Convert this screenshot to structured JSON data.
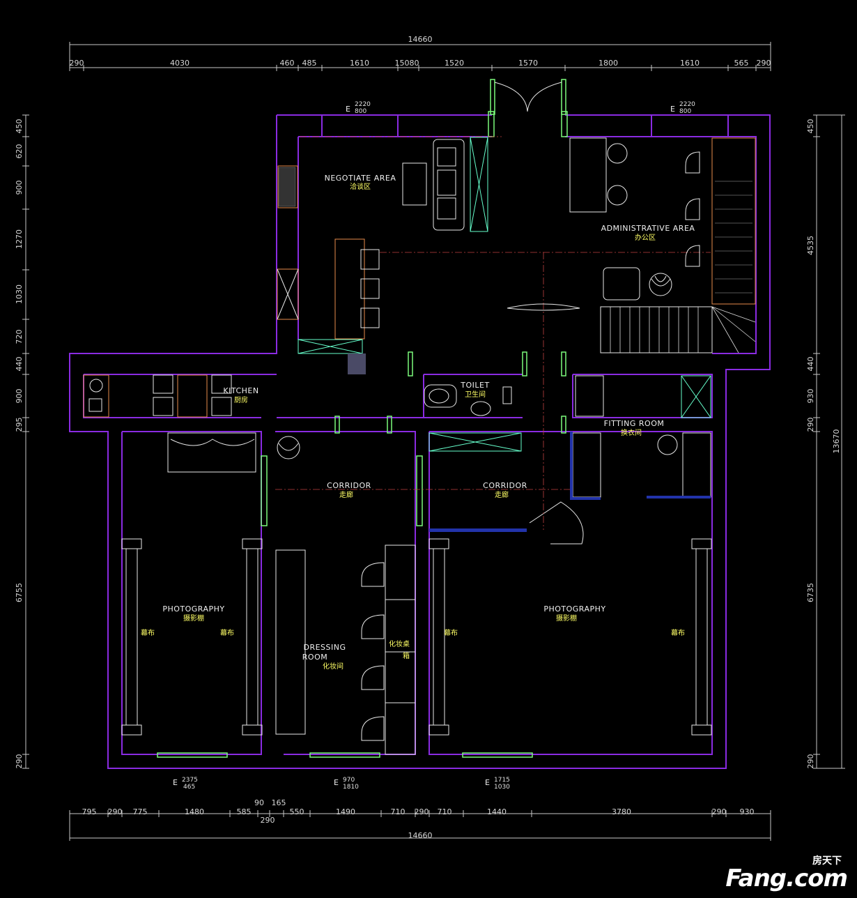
{
  "dimensions": {
    "top_total": "14660",
    "top_segments": [
      "290",
      "4030",
      "460",
      "485",
      "1610",
      "15080",
      "1520",
      "1570",
      "1800",
      "1610",
      "565",
      "290"
    ],
    "bottom_total": "14660",
    "bottom_segments": [
      "795",
      "290",
      "775",
      "1480",
      "585",
      "90",
      "165",
      "550",
      "1490",
      "710",
      "290",
      "710",
      "1440",
      "3780",
      "290",
      "930"
    ],
    "bottom_extra": "290",
    "left_segments": [
      "450",
      "620",
      "900",
      "1270",
      "1030",
      "720",
      "440",
      "900",
      "295",
      "6755",
      "290"
    ],
    "right_segments": [
      "450",
      "4535",
      "440",
      "930",
      "290",
      "6735",
      "290"
    ],
    "right_total": "13670"
  },
  "elevation_markers": [
    {
      "letter": "E",
      "top": "2220",
      "bottom": "800"
    },
    {
      "letter": "E",
      "top": "2220",
      "bottom": "800"
    },
    {
      "letter": "E",
      "top": "2375",
      "bottom": "465"
    },
    {
      "letter": "E",
      "top": "970",
      "bottom": "1810"
    },
    {
      "letter": "E",
      "top": "1715",
      "bottom": "1030"
    }
  ],
  "rooms": {
    "negotiate": {
      "en": "NEGOTIATE AREA",
      "cn": "洽谈区"
    },
    "admin": {
      "en": "ADMINISTRATIVE AREA",
      "cn": "办公区"
    },
    "kitchen": {
      "en": "KITCHEN",
      "cn": "厨房"
    },
    "toilet": {
      "en": "TOILET",
      "cn": "卫生间"
    },
    "fitting": {
      "en": "FITTING ROOM",
      "cn": "换衣间"
    },
    "corridor_left": {
      "en": "CORRIDOR",
      "cn": "走廊"
    },
    "corridor_right": {
      "en": "CORRIDOR",
      "cn": "走廊"
    },
    "photo_left": {
      "en": "PHOTOGRAPHY",
      "cn": "摄影棚"
    },
    "photo_right": {
      "en": "PHOTOGRAPHY",
      "cn": "摄影棚"
    },
    "dressing": {
      "en": "DRESSING",
      "en2": "ROOM",
      "cn": "化妆间"
    }
  },
  "labels": {
    "curtain": "幕布",
    "makeup_table": "化妆桌",
    "makeup_box": "箱"
  },
  "watermark": {
    "cn": "房天下",
    "brand": "Fang.com"
  },
  "colors": {
    "wall": "#8a2be2",
    "dimension": "#c8c8c8",
    "window": "#7cfc7c",
    "room_label_cn": "#ffff66"
  }
}
